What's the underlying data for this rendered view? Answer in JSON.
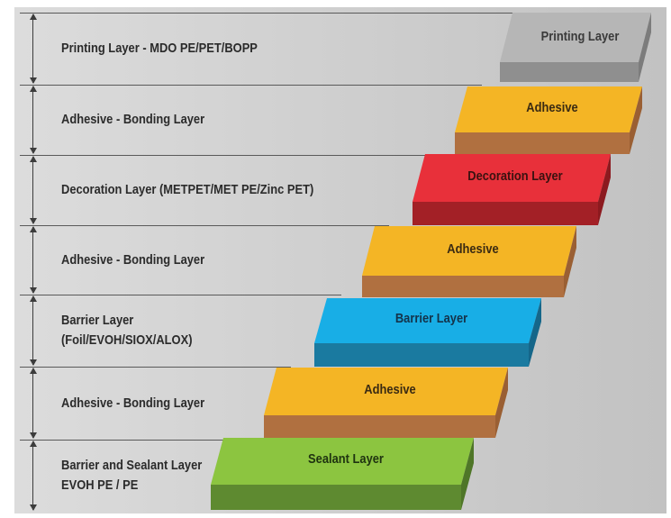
{
  "rows": [
    {
      "label": "Printing Layer - MDO PE/PET/BOPP"
    },
    {
      "label": "Adhesive - Bonding Layer"
    },
    {
      "label": "Decoration Layer (METPET/MET PE/Zinc PET)"
    },
    {
      "label": "Adhesive - Bonding Layer"
    },
    {
      "label": "Barrier Layer\n(Foil/EVOH/SIOX/ALOX)"
    },
    {
      "label": "Adhesive - Bonding Layer"
    },
    {
      "label": "Barrier and Sealant Layer\nEVOH PE / PE"
    }
  ],
  "steps": [
    {
      "label": "Printing Layer",
      "top": "#b6b6b6",
      "front": "#8f8f8f",
      "side": "#7c7c7c",
      "text_color": "#3a3a3a"
    },
    {
      "label": "Adhesive",
      "top": "#f4b525",
      "front": "#b07040",
      "side": "#9a5f33",
      "text_color": "#3a2a12"
    },
    {
      "label": "Decoration Layer",
      "top": "#e8303a",
      "front": "#a32026",
      "side": "#8c1a1f",
      "text_color": "#3a1210"
    },
    {
      "label": "Adhesive",
      "top": "#f4b525",
      "front": "#b07040",
      "side": "#9a5f33",
      "text_color": "#3a2a12"
    },
    {
      "label": "Barrier Layer",
      "top": "#18aee6",
      "front": "#1a7aa0",
      "side": "#156689",
      "text_color": "#14334a"
    },
    {
      "label": "Adhesive",
      "top": "#f4b525",
      "front": "#b07040",
      "side": "#9a5f33",
      "text_color": "#3a2a12"
    },
    {
      "label": "Sealant Layer",
      "top": "#8cc540",
      "front": "#5e8a30",
      "side": "#4f7628",
      "text_color": "#1f3310"
    }
  ]
}
